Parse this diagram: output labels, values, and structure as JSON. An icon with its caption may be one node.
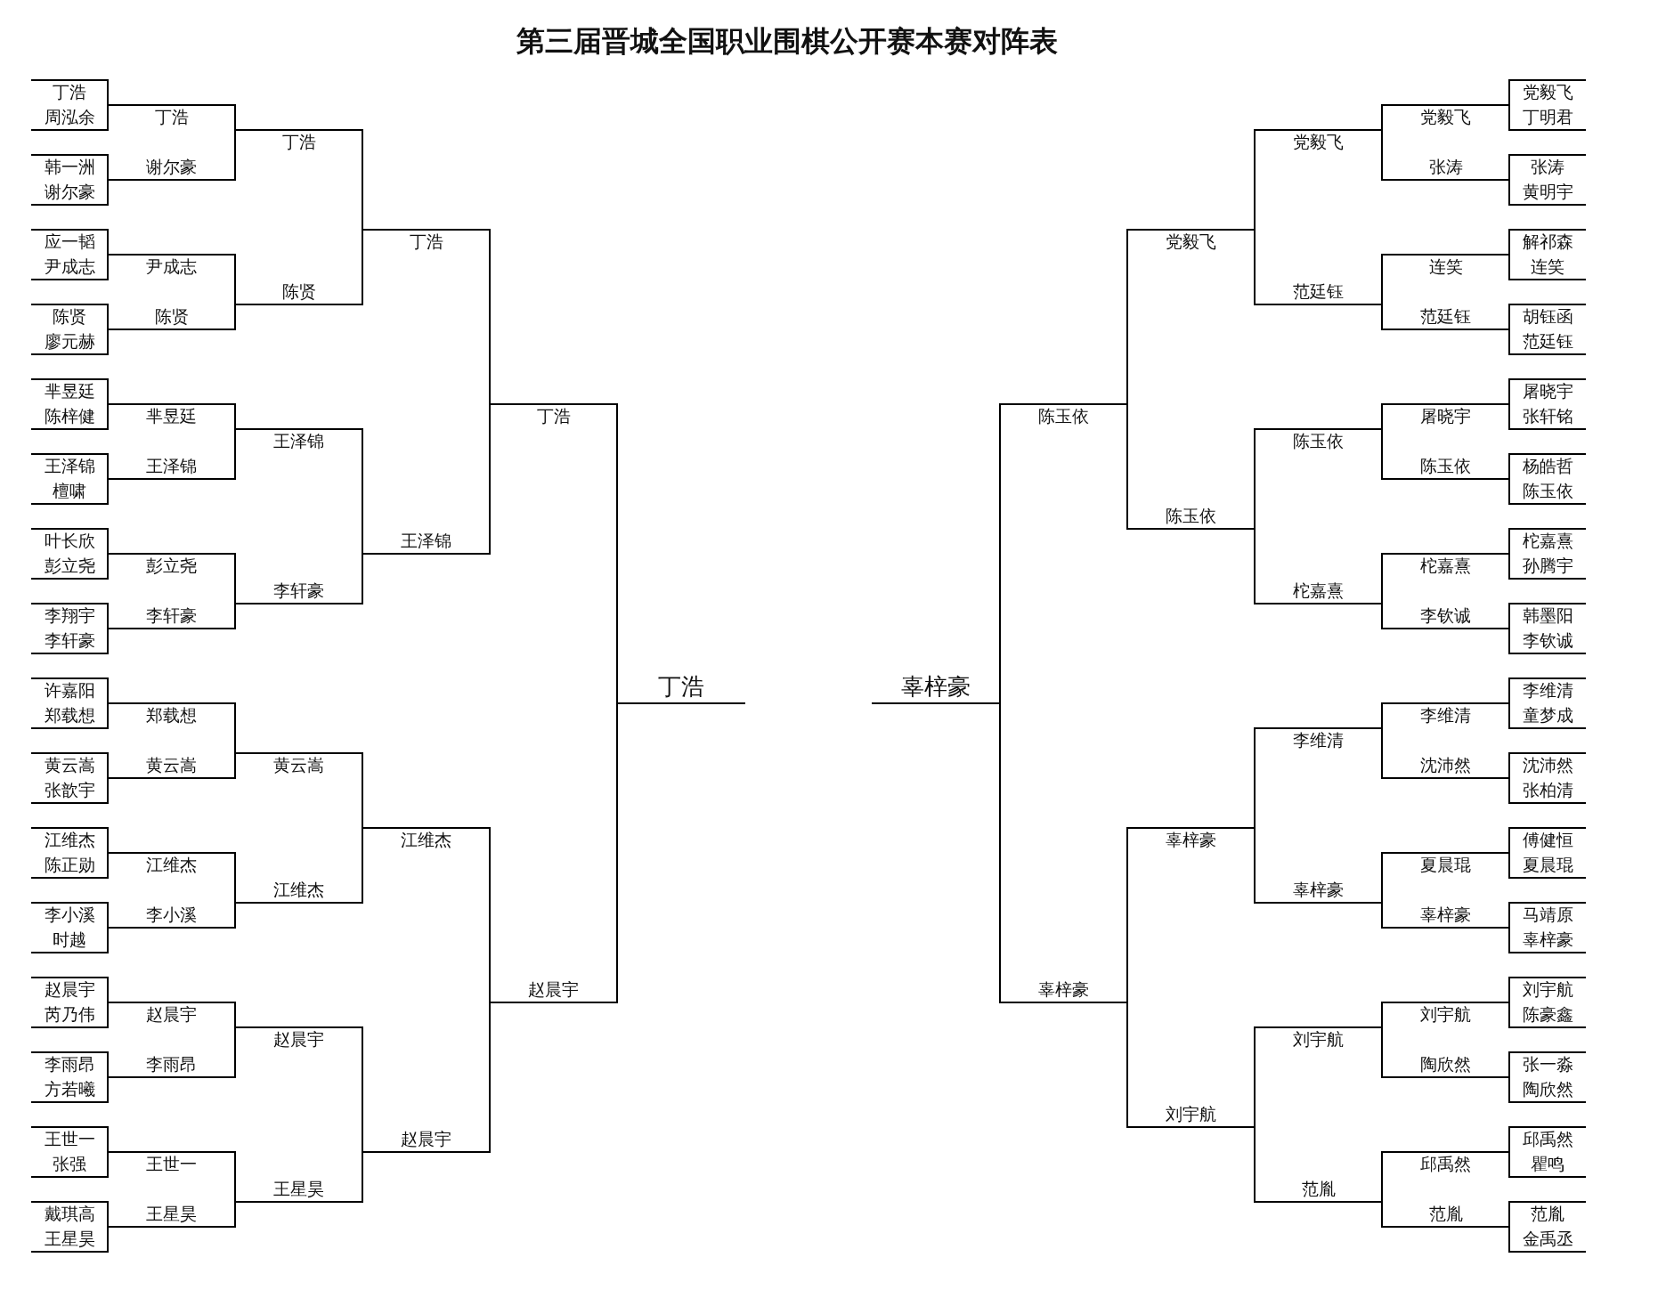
{
  "diagram": {
    "title": "第三届晋城全国职业围棋公开赛本赛对阵表",
    "labels": [
      "丁浩",
      "周泓余",
      "韩一洲",
      "谢尔豪",
      "应一韬",
      "尹成志",
      "陈贤",
      "廖元赫",
      "芈昱廷",
      "陈梓健",
      "王泽锦",
      "檀啸",
      "叶长欣",
      "彭立尧",
      "李翔宇",
      "李轩豪",
      "许嘉阳",
      "郑载想",
      "黄云嵩",
      "张歆宇",
      "江维杰",
      "陈正勋",
      "李小溪",
      "时越",
      "赵晨宇",
      "芮乃伟",
      "李雨昂",
      "方若曦",
      "王世一",
      "张强",
      "戴琪高",
      "王星昊",
      "丁浩",
      "谢尔豪",
      "尹成志",
      "陈贤",
      "芈昱廷",
      "王泽锦",
      "彭立尧",
      "李轩豪",
      "郑载想",
      "黄云嵩",
      "江维杰",
      "李小溪",
      "赵晨宇",
      "李雨昂",
      "王世一",
      "王星昊",
      "丁浩",
      "陈贤",
      "王泽锦",
      "李轩豪",
      "黄云嵩",
      "江维杰",
      "赵晨宇",
      "王星昊",
      "丁浩",
      "王泽锦",
      "江维杰",
      "赵晨宇",
      "丁浩",
      "赵晨宇",
      "丁浩",
      "辜梓豪",
      "陈玉依",
      "辜梓豪",
      "党毅飞",
      "陈玉依",
      "辜梓豪",
      "刘宇航",
      "党毅飞",
      "范廷钰",
      "陈玉依",
      "柁嘉熹",
      "李维清",
      "辜梓豪",
      "刘宇航",
      "范胤",
      "党毅飞",
      "张涛",
      "连笑",
      "范廷钰",
      "屠晓宇",
      "陈玉依",
      "柁嘉熹",
      "李钦诚",
      "李维清",
      "沈沛然",
      "夏晨琨",
      "辜梓豪",
      "刘宇航",
      "陶欣然",
      "邱禹然",
      "范胤",
      "党毅飞",
      "丁明君",
      "张涛",
      "黄明宇",
      "解祁森",
      "连笑",
      "胡钰函",
      "范廷钰",
      "屠晓宇",
      "张轩铭",
      "杨皓哲",
      "陈玉依",
      "柁嘉熹",
      "孙腾宇",
      "韩墨阳",
      "李钦诚",
      "李维清",
      "童梦成",
      "沈沛然",
      "张柏清",
      "傅健恒",
      "夏晨琨",
      "马靖原",
      "辜梓豪",
      "刘宇航",
      "陈豪鑫",
      "张一淼",
      "陶欣然",
      "邱禹然",
      "瞿鸣",
      "范胤",
      "金禹丞"
    ]
  }
}
